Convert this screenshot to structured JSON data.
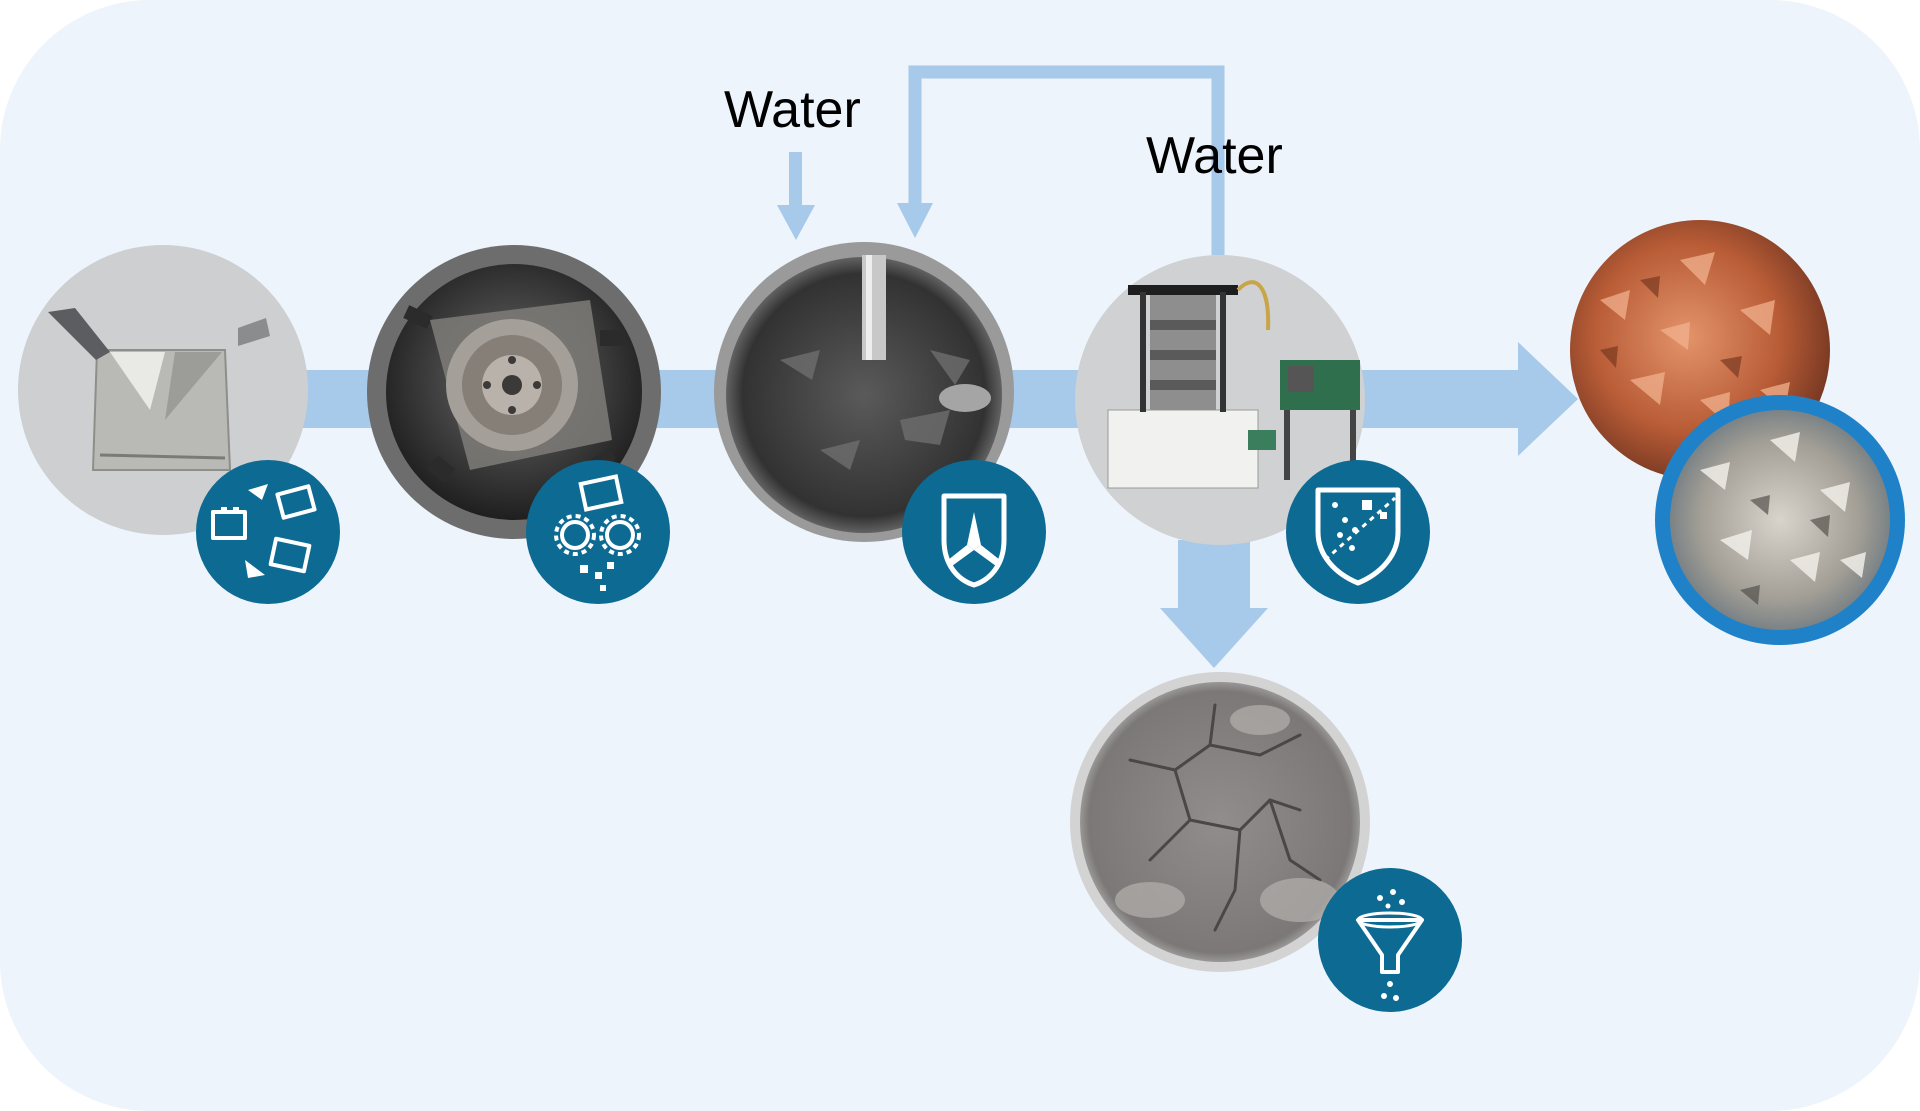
{
  "labels": {
    "water_left": "Water",
    "water_right": "Water"
  },
  "colors": {
    "panel_background": "#edf4fb",
    "flow_arrow": "#a7c9ea",
    "icon_badge": "#0c6a93",
    "icon_stroke": "#ffffff"
  },
  "stages": [
    {
      "photo": "pouch-cell-photo",
      "icon": "battery-recycling-icon"
    },
    {
      "photo": "shredder-photo",
      "icon": "shredding-gears-icon"
    },
    {
      "photo": "washing-tank-photo",
      "icon": "stirrer-shield-icon"
    },
    {
      "photo": "sieve-machine-photo",
      "icon": "sieving-shield-icon"
    },
    {
      "photo": "filter-cake-photo",
      "icon": "filter-funnel-icon"
    }
  ],
  "products": [
    "copper-foil-flakes-photo",
    "aluminum-foil-flakes-photo"
  ]
}
